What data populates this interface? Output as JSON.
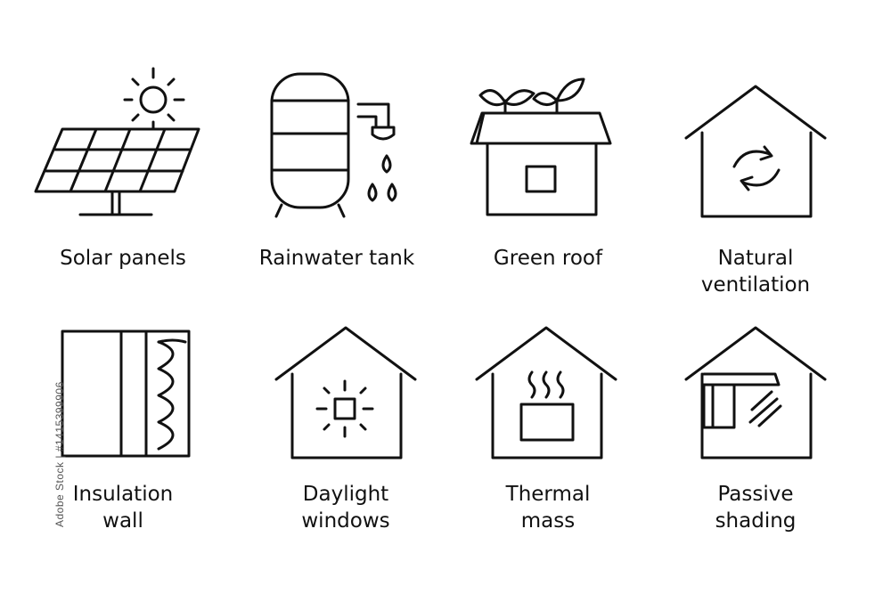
{
  "icons": [
    {
      "id": "solar-panels",
      "icon": "solar-panel-icon",
      "label": "Solar panels"
    },
    {
      "id": "rainwater-tank",
      "icon": "rainwater-tank-icon",
      "label": "Rainwater tank"
    },
    {
      "id": "green-roof",
      "icon": "green-roof-icon",
      "label": "Green roof"
    },
    {
      "id": "natural-ventilation",
      "icon": "ventilation-house-icon",
      "label": "Natural\nventilation"
    },
    {
      "id": "insulation-wall",
      "icon": "insulation-wall-icon",
      "label": "Insulation\nwall"
    },
    {
      "id": "daylight-windows",
      "icon": "daylight-house-icon",
      "label": "Daylight\nwindows"
    },
    {
      "id": "thermal-mass",
      "icon": "thermal-mass-house-icon",
      "label": "Thermal\nmass"
    },
    {
      "id": "passive-shading",
      "icon": "shading-house-icon",
      "label": "Passive\nshading"
    }
  ],
  "watermark": "Adobe Stock | #1415399906",
  "colors": {
    "ink": "#111111",
    "background": "#ffffff"
  }
}
